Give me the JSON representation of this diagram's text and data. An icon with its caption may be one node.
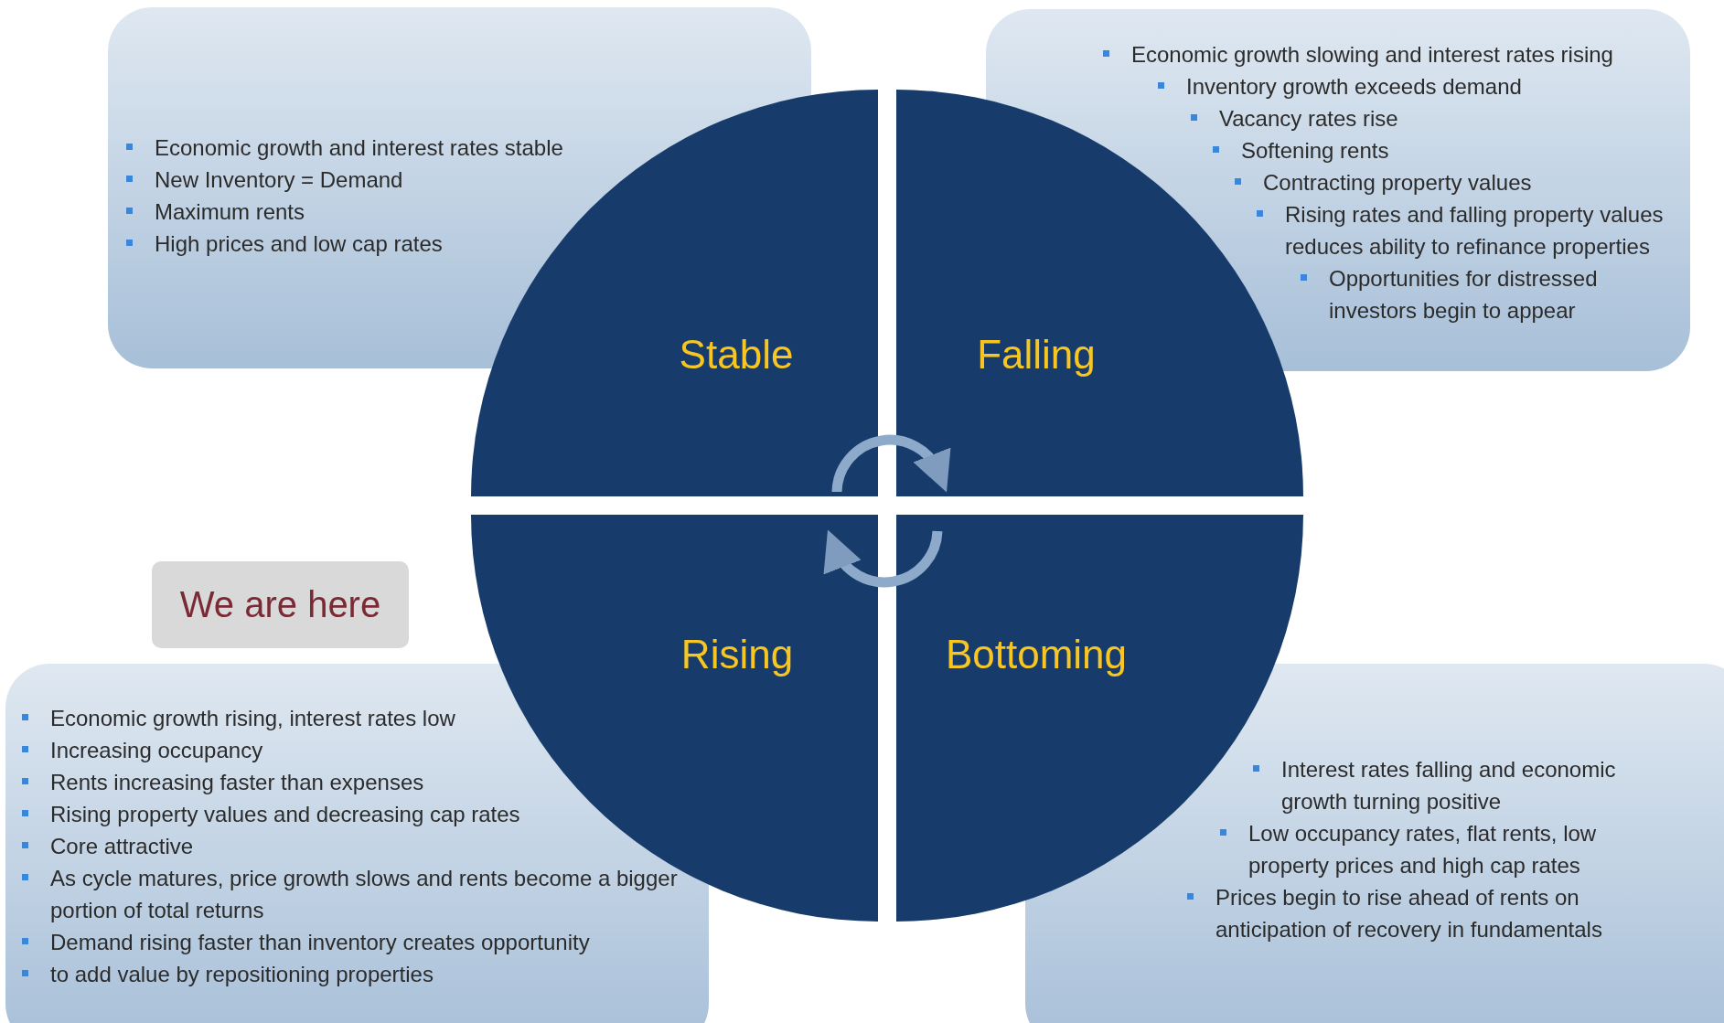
{
  "diagram": {
    "nodes": [
      {
        "text": [
          "Economic growth and interest rates stable",
          "New Inventory = Demand",
          "Maximum rents",
          "High prices and low cap rates"
        ]
      },
      {
        "text": [
          "Economic growth slowing and interest rates rising",
          "Inventory growth exceeds demand",
          "Vacancy rates rise",
          "Softening rents",
          "Contracting property values",
          "Rising rates and falling property values reduces ability to refinance properties",
          "Opportunities for distressed investors begin to appear"
        ]
      },
      {
        "text": [
          "Stable"
        ]
      },
      {
        "text": [
          "Falling"
        ]
      },
      {
        "text": [
          "Rising"
        ]
      },
      {
        "text": [
          "Bottoming"
        ]
      },
      {
        "text": [
          "We are here"
        ]
      },
      {
        "text": [
          "Economic growth rising, interest rates low",
          "Increasing occupancy",
          "Rents increasing faster than expenses",
          "Rising property values and decreasing cap rates",
          "Core attractive",
          "As cycle matures, price growth slows and rents become a bigger portion of total returns",
          "Demand rising faster than inventory creates opportunity",
          "to add value by repositioning properties"
        ]
      },
      {
        "text": [
          "Interest rates falling and economic growth turning positive",
          "Low occupancy rates, flat rents, low property prices and high cap rates",
          "Prices begin to rise ahead of rents on anticipation of recovery in fundamentals"
        ]
      }
    ],
    "edges": [
      {
        "from": 2,
        "to": 3,
        "arrow": "to"
      },
      {
        "from": 5,
        "to": 4,
        "arrow": "to"
      }
    ]
  }
}
